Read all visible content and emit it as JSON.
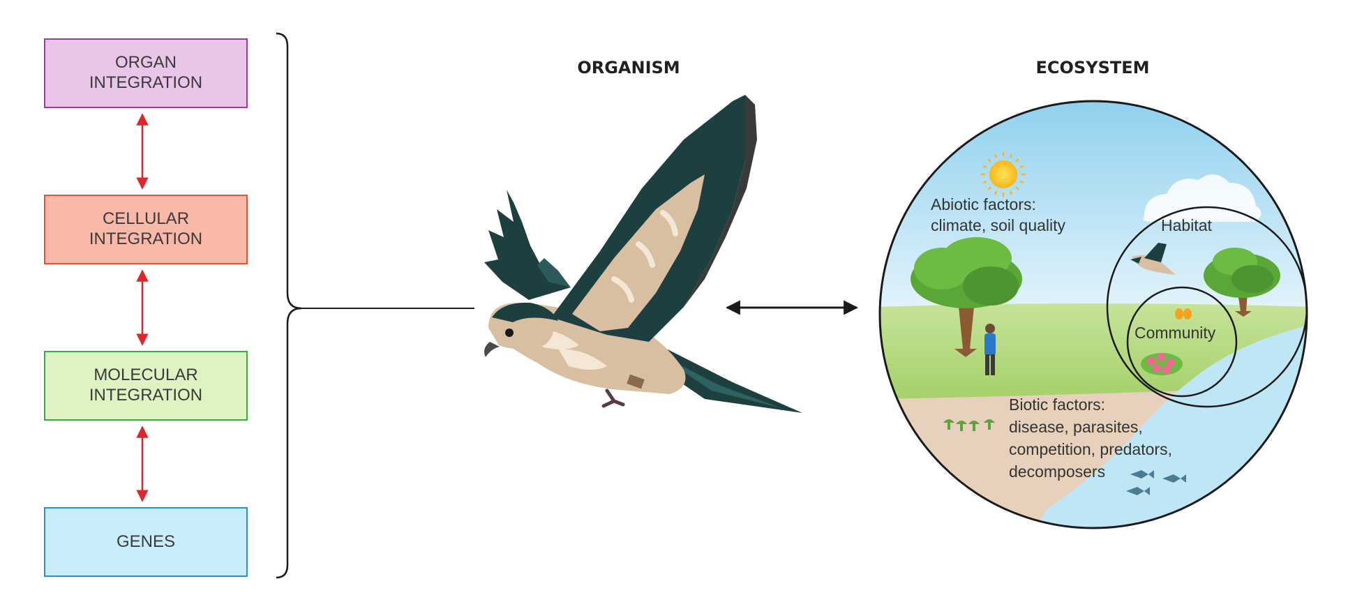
{
  "levels": [
    {
      "lines": [
        "ORGAN",
        "INTEGRATION"
      ],
      "fill": "#e9c6e8",
      "border": "#9b3aa0"
    },
    {
      "lines": [
        "CELLULAR",
        "INTEGRATION"
      ],
      "fill": "#f9b8a8",
      "border": "#e4513a"
    },
    {
      "lines": [
        "MOLECULAR",
        "INTEGRATION"
      ],
      "fill": "#dff2c2",
      "border": "#3aa845"
    },
    {
      "lines": [
        "GENES"
      ],
      "fill": "#c9eefb",
      "border": "#2b8fd0"
    }
  ],
  "headings": {
    "organism": "ORGANISM",
    "ecosystem": "ECOSYSTEM"
  },
  "ecosystem": {
    "abiotic": [
      "Abiotic factors:",
      "climate, soil quality"
    ],
    "habitat": "Habitat",
    "community": "Community",
    "biotic": [
      "Biotic factors:",
      "disease, parasites,",
      "competition, predators,",
      "decomposers"
    ]
  },
  "colors": {
    "arrow_red": "#e0262a",
    "bird_dark": "#1e3f3f",
    "bird_light": "#d9bfa2",
    "sky": "#b9e3f4",
    "grass": "#a9d36b",
    "soil": "#e7d1bd",
    "water": "#bfe6f4"
  }
}
